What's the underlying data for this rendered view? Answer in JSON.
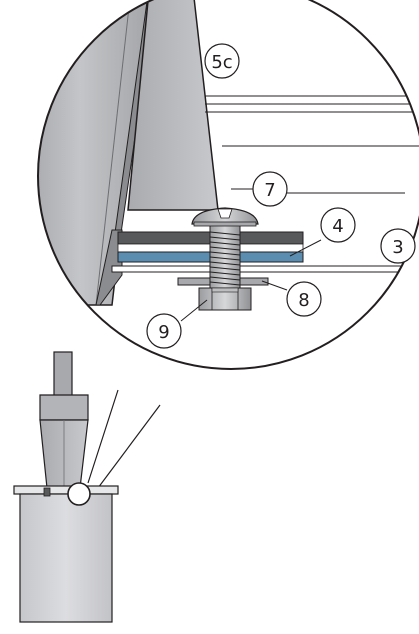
{
  "callouts": {
    "c5c": "5c",
    "c7": "7",
    "c4": "4",
    "c3": "3",
    "c8": "8",
    "c9": "9"
  },
  "colors": {
    "outline": "#231f20",
    "panel_gray": "#a7a9ac",
    "light_gray": "#cfd1d3",
    "plate_dark": "#58595b",
    "plate_blue": "#5b8db0",
    "container_fill": "#d3d4d8",
    "background": "#ffffff"
  }
}
